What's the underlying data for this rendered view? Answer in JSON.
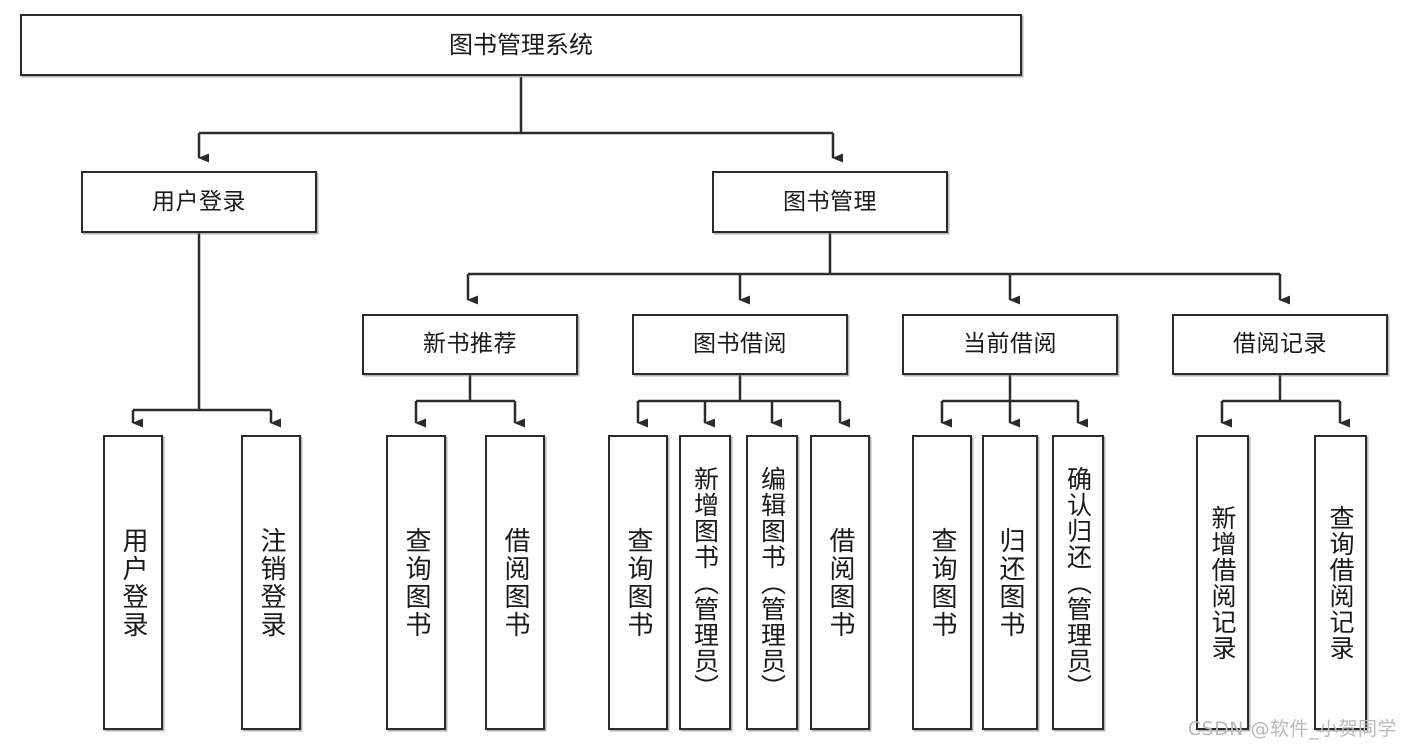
{
  "diagram": {
    "title": "图书管理系统",
    "type": "tree-hierarchy-chart",
    "root": {
      "label": "图书管理系统"
    },
    "level2": [
      {
        "label": "用户登录"
      },
      {
        "label": "图书管理"
      }
    ],
    "level3": [
      {
        "label": "新书推荐"
      },
      {
        "label": "图书借阅"
      },
      {
        "label": "当前借阅"
      },
      {
        "label": "借阅记录"
      }
    ],
    "leaves": {
      "user_login": [
        {
          "label": "用户登录"
        },
        {
          "label": "注销登录"
        }
      ],
      "new_book_recommend": [
        {
          "label": "查询图书"
        },
        {
          "label": "借阅图书"
        }
      ],
      "book_borrow": [
        {
          "label": "查询图书"
        },
        {
          "label": "新增图书（管理员）"
        },
        {
          "label": "编辑图书（管理员）"
        },
        {
          "label": "借阅图书"
        }
      ],
      "current_borrow": [
        {
          "label": "查询图书"
        },
        {
          "label": "归还图书"
        },
        {
          "label": "确认归还（管理员）"
        }
      ],
      "borrow_record": [
        {
          "label": "新增借阅记录"
        },
        {
          "label": "查询借阅记录"
        }
      ]
    }
  },
  "watermark": {
    "text": "CSDN @软件_小贺同学"
  },
  "colors": {
    "border": "#2b2b2b",
    "text": "#1a1a1a",
    "background": "#ffffff",
    "watermark": "#b9b9b9"
  }
}
